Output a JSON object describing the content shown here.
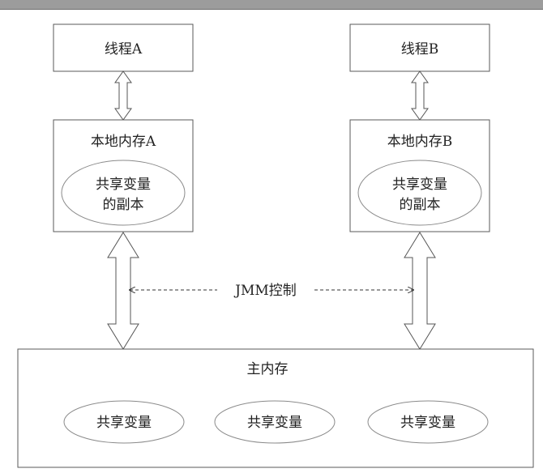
{
  "thread_a": {
    "label": "线程A"
  },
  "thread_b": {
    "label": "线程B"
  },
  "local_mem_a": {
    "title": "本地内存A",
    "copy_line1": "共享变量",
    "copy_line2": "的副本"
  },
  "local_mem_b": {
    "title": "本地内存B",
    "copy_line1": "共享变量",
    "copy_line2": "的副本"
  },
  "jmm_control": {
    "label": "JMM控制"
  },
  "main_memory": {
    "title": "主内存",
    "shared_vars": [
      "共享变量",
      "共享变量",
      "共享变量"
    ]
  }
}
